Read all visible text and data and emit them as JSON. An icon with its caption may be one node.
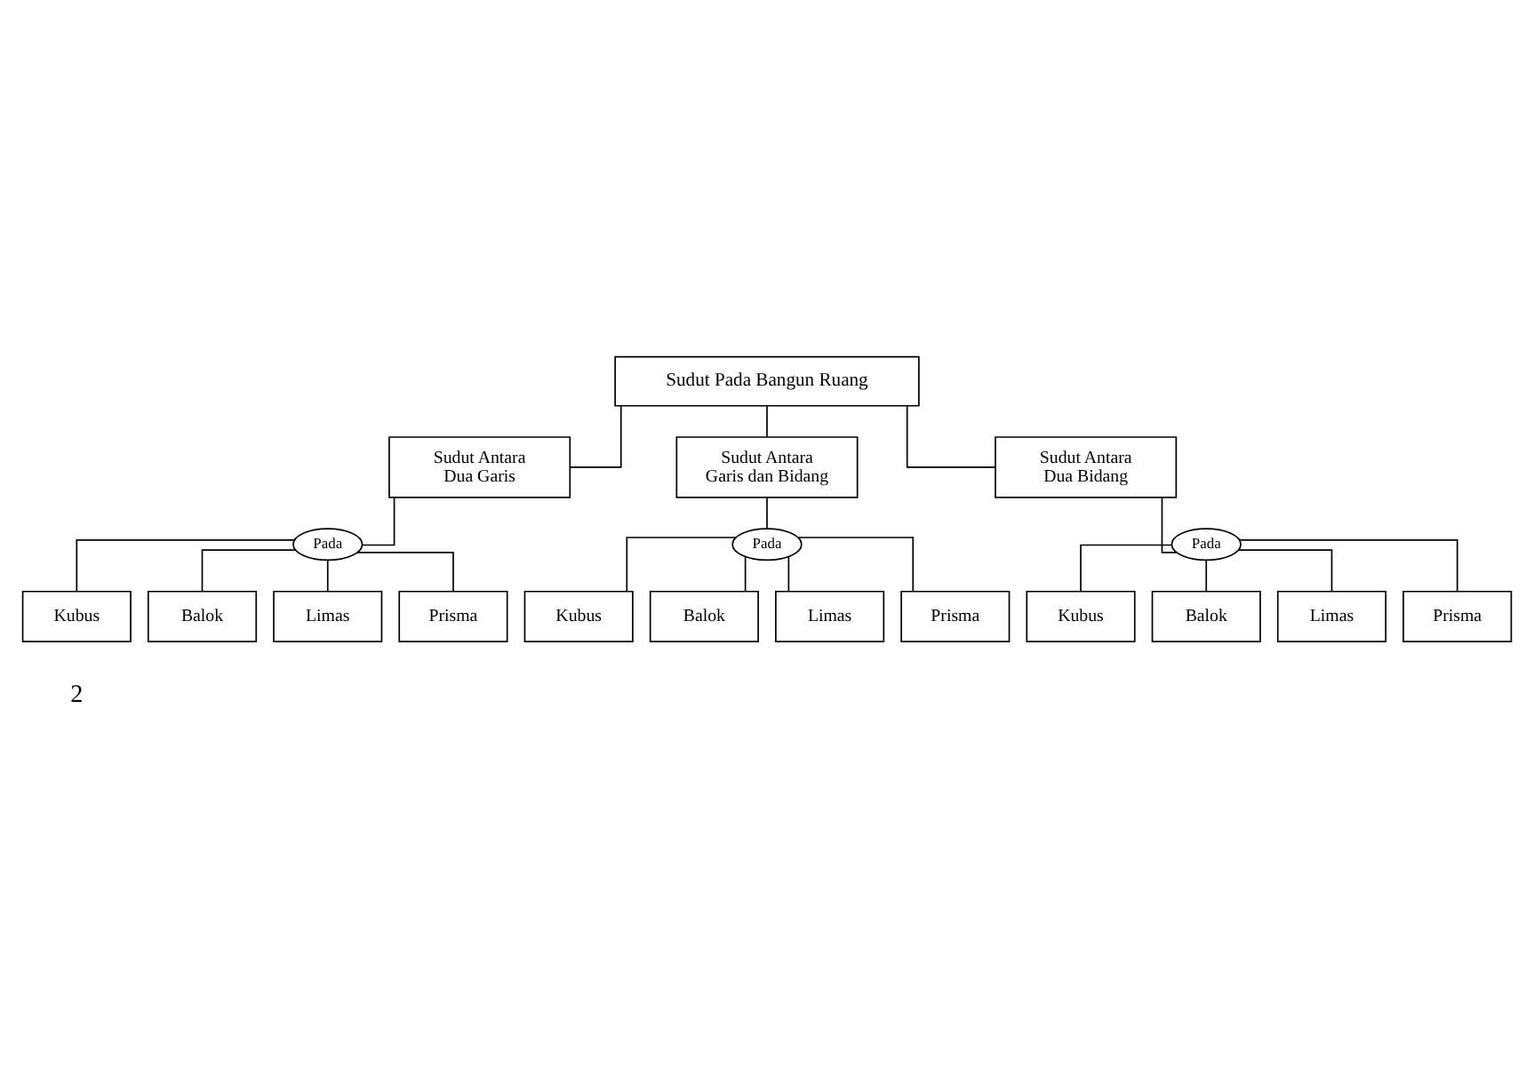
{
  "diagram": {
    "nodes": [
      {
        "text": [
          "Sudut Pada Bangun Ruang"
        ]
      },
      {
        "text": [
          "Sudut Antara Dua Garis"
        ]
      },
      {
        "text": [
          "Sudut Antara Garis dan Bidang"
        ]
      },
      {
        "text": [
          "Sudut Antara Dua Bidang"
        ]
      },
      {
        "text": [
          "Pada"
        ]
      },
      {
        "text": [
          "Kubus"
        ]
      },
      {
        "text": [
          "Balok"
        ]
      },
      {
        "text": [
          "Limas"
        ]
      },
      {
        "text": [
          "Prisma"
        ]
      },
      {
        "text": [
          "Pada"
        ]
      },
      {
        "text": [
          "Kubus"
        ]
      },
      {
        "text": [
          "Balok"
        ]
      },
      {
        "text": [
          "Limas"
        ]
      },
      {
        "text": [
          "Prisma"
        ]
      },
      {
        "text": [
          "Pada"
        ]
      },
      {
        "text": [
          "Kubus"
        ]
      },
      {
        "text": [
          "Balok"
        ]
      },
      {
        "text": [
          "Limas"
        ]
      },
      {
        "text": [
          "Prisma"
        ]
      }
    ],
    "edges": [
      {
        "from": 0,
        "to": 1,
        "arrow": "none"
      },
      {
        "from": 0,
        "to": 2,
        "arrow": "none"
      },
      {
        "from": 0,
        "to": 3,
        "arrow": "none"
      },
      {
        "from": 1,
        "to": 4,
        "arrow": "none"
      },
      {
        "from": 4,
        "to": 5,
        "arrow": "none"
      },
      {
        "from": 4,
        "to": 6,
        "arrow": "none"
      },
      {
        "from": 4,
        "to": 7,
        "arrow": "none"
      },
      {
        "from": 4,
        "to": 8,
        "arrow": "none"
      },
      {
        "from": 2,
        "to": 9,
        "arrow": "none"
      },
      {
        "from": 9,
        "to": 10,
        "arrow": "none"
      },
      {
        "from": 9,
        "to": 11,
        "arrow": "none"
      },
      {
        "from": 9,
        "to": 12,
        "arrow": "none"
      },
      {
        "from": 9,
        "to": 13,
        "arrow": "none"
      },
      {
        "from": 3,
        "to": 14,
        "arrow": "none"
      },
      {
        "from": 14,
        "to": 15,
        "arrow": "none"
      },
      {
        "from": 14,
        "to": 16,
        "arrow": "none"
      },
      {
        "from": 14,
        "to": 17,
        "arrow": "none"
      },
      {
        "from": 14,
        "to": 18,
        "arrow": "none"
      }
    ],
    "labels": [
      "2"
    ]
  }
}
